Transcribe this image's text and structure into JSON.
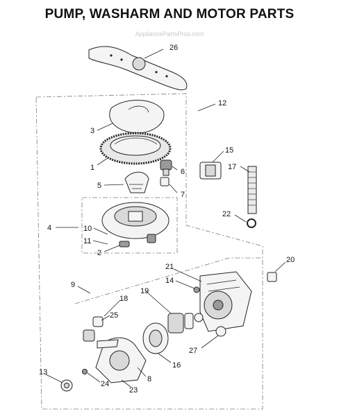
{
  "title": "PUMP, WASHARM AND MOTOR PARTS",
  "watermark": "AppliancePartsPros.com",
  "callouts": {
    "c1": "1",
    "c2": "2",
    "c3": "3",
    "c4": "4",
    "c5": "5",
    "c6": "6",
    "c7": "7",
    "c8": "8",
    "c9": "9",
    "c10": "10",
    "c11": "11",
    "c12": "12",
    "c13": "13",
    "c14": "14",
    "c15": "15",
    "c16": "16",
    "c17": "17",
    "c18": "18",
    "c19": "19",
    "c20": "20",
    "c21": "21",
    "c22": "22",
    "c23": "23",
    "c24": "24",
    "c25": "25",
    "c26": "26",
    "c27": "27"
  }
}
